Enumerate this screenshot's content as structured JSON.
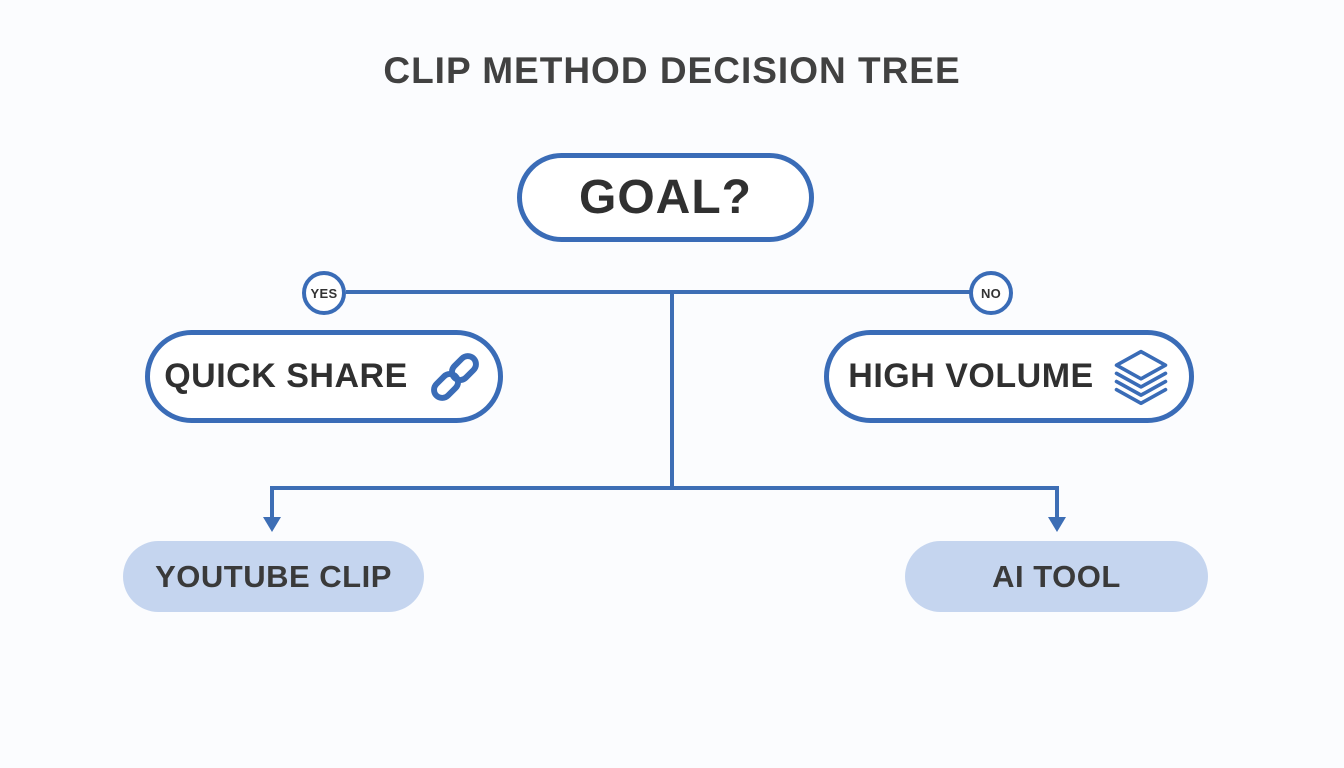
{
  "title": "CLIP METHOD DECISION TREE",
  "colors": {
    "accent_blue": "#3a6cb7",
    "line_blue": "#3d6eb5",
    "result_fill": "#c5d5ef",
    "text_dark": "#3a3a3a",
    "background": "#fbfcfe"
  },
  "tree": {
    "root": {
      "label": "GOAL?"
    },
    "branch_yes": {
      "label": "YES"
    },
    "branch_no": {
      "label": "NO"
    },
    "decision_left": {
      "label": "QUICK SHARE",
      "icon": "link-icon"
    },
    "decision_right": {
      "label": "HIGH VOLUME",
      "icon": "layers-icon"
    },
    "result_left": {
      "label": "YOUTUBE CLIP"
    },
    "result_right": {
      "label": "AI TOOL"
    }
  }
}
